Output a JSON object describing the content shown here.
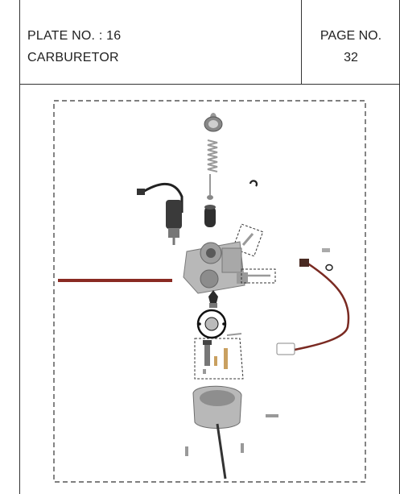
{
  "header": {
    "plate_no": "PLATE NO. : 16",
    "plate_title": "CARBURETOR",
    "page_label": "PAGE NO.",
    "page_number": "32"
  },
  "diagram": {
    "parts": [
      "cap-spring",
      "needle-spring",
      "jet-needle",
      "e-clip",
      "auto-choke",
      "slide-piston",
      "carburetor-body",
      "fuel-hose",
      "vacuum-hose",
      "o-ring",
      "needle-valve",
      "float",
      "jets",
      "float-bowl",
      "screws"
    ],
    "colors": {
      "metal": "#b8b8b8",
      "dark": "#3a3a3a",
      "hose": "#8a2a22",
      "copper": "#c9a060"
    }
  }
}
